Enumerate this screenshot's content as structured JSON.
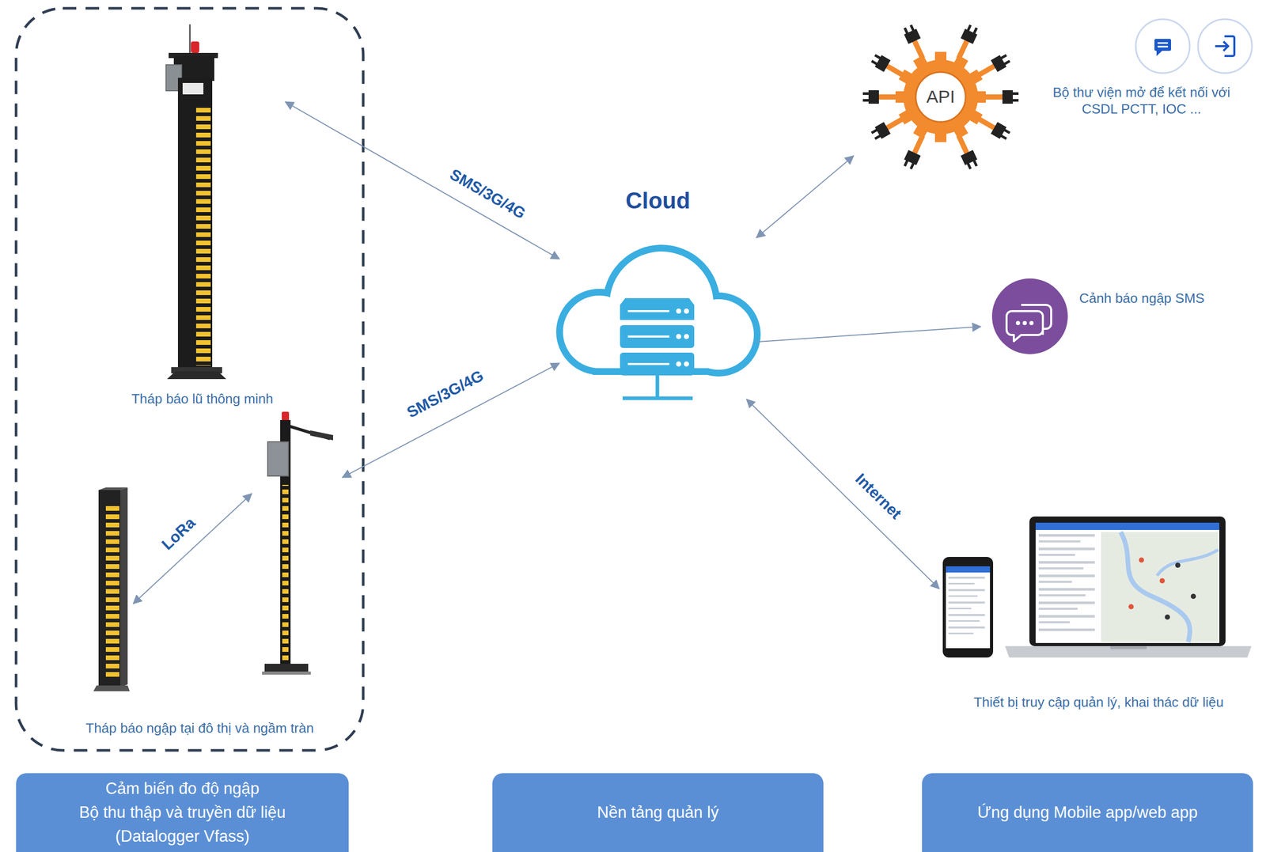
{
  "diagram": {
    "nodes": [
      {
        "text": [
          "Tháp báo lũ thông minh"
        ]
      },
      {
        "text": [
          "Tháp báo ngập tại đô thị và ngầm tràn"
        ]
      },
      {
        "text": [
          "Cloud"
        ]
      },
      {
        "text": [
          "API",
          "Bộ thư viện mở để kết nối với CSDL PCTT, IOC ..."
        ]
      },
      {
        "text": [
          "Cảnh báo ngập SMS"
        ]
      },
      {
        "text": [
          "Thiết bị truy cập quản lý, khai thác dữ liệu"
        ]
      },
      {
        "text": [
          "Cảm biến đo độ ngập",
          "Bộ thu thập và truyền dữ liệu",
          "(Datalogger Vfass)"
        ]
      },
      {
        "text": [
          "Nền tảng quản lý"
        ]
      },
      {
        "text": [
          "Ứng dụng Mobile app/web app"
        ]
      }
    ],
    "edges": [
      {
        "from": 0,
        "to": 2,
        "label": "SMS/3G/4G",
        "arrow": "both"
      },
      {
        "from": 1,
        "to": 2,
        "label": "SMS/3G/4G",
        "arrow": "both"
      },
      {
        "from": 2,
        "to": 3,
        "arrow": "both"
      },
      {
        "from": 2,
        "to": 4,
        "arrow": "to"
      },
      {
        "from": 2,
        "to": 5,
        "label": "Internet",
        "arrow": "both"
      }
    ],
    "labels": [
      "LoRa"
    ]
  }
}
